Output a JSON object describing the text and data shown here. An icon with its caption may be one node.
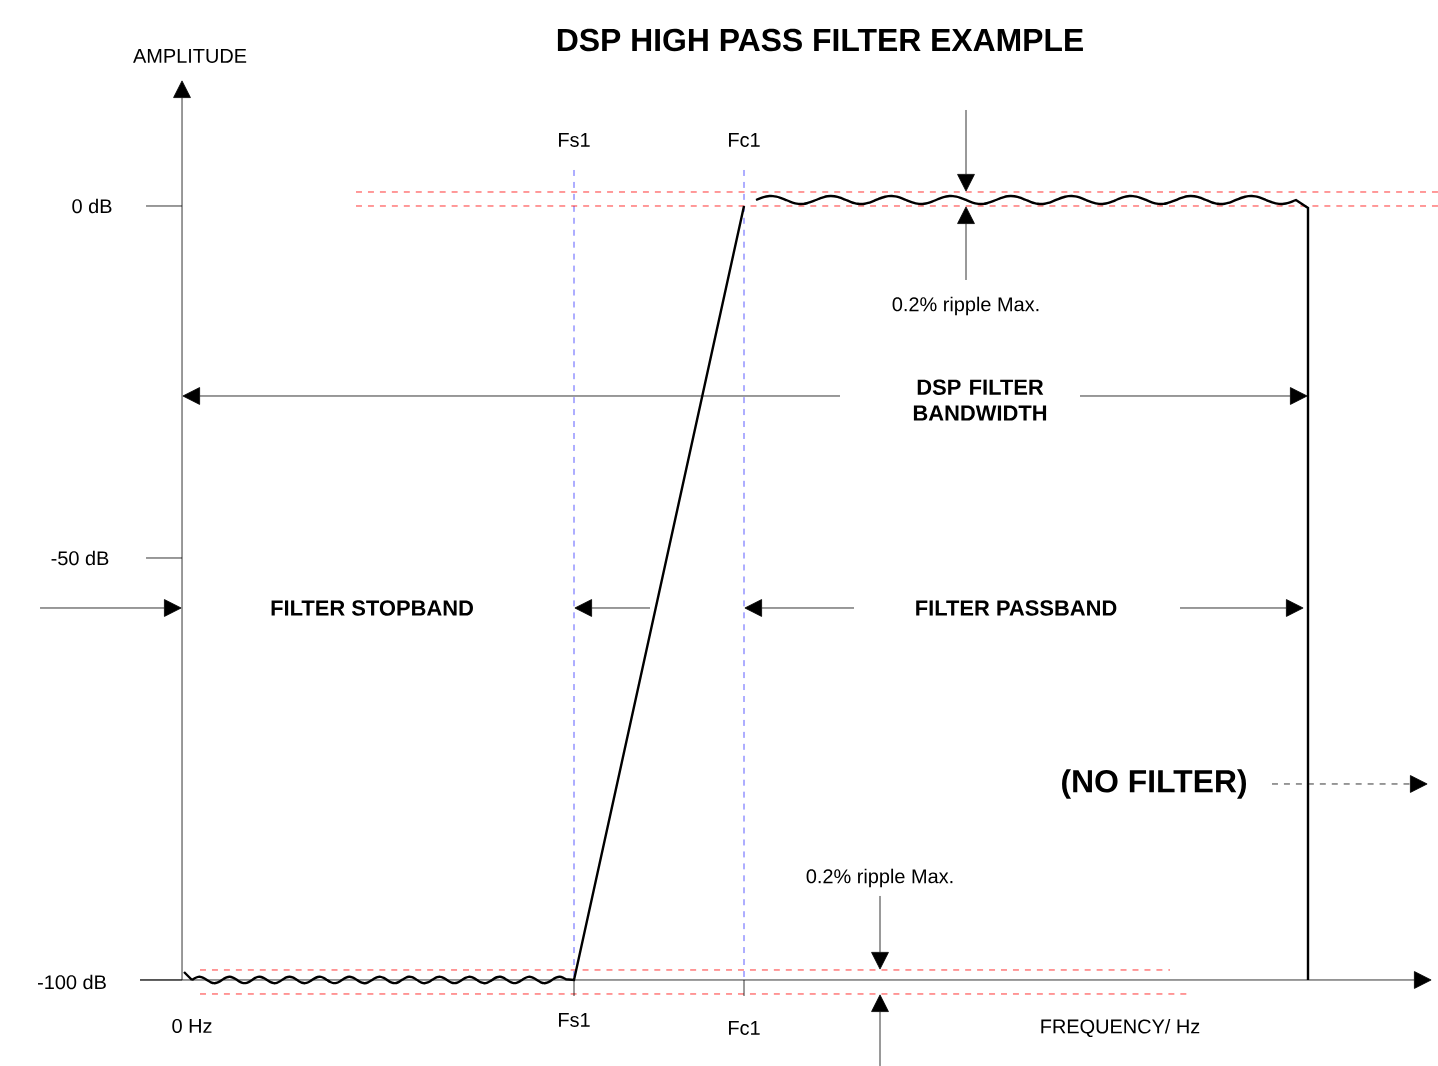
{
  "diagram": {
    "title": "DSP HIGH PASS FILTER EXAMPLE",
    "labels": [
      "AMPLITUDE",
      "Fs1",
      "Fc1",
      "0 dB",
      "0.2% ripple Max.",
      "DSP FILTER BANDWIDTH",
      "-50 dB",
      "FILTER STOPBAND",
      "FILTER PASSBAND",
      "(NO FILTER)",
      "0.2% ripple Max.",
      "-100 dB",
      "0 Hz",
      "Fs1",
      "Fc1",
      "FREQUENCY/ Hz"
    ]
  }
}
